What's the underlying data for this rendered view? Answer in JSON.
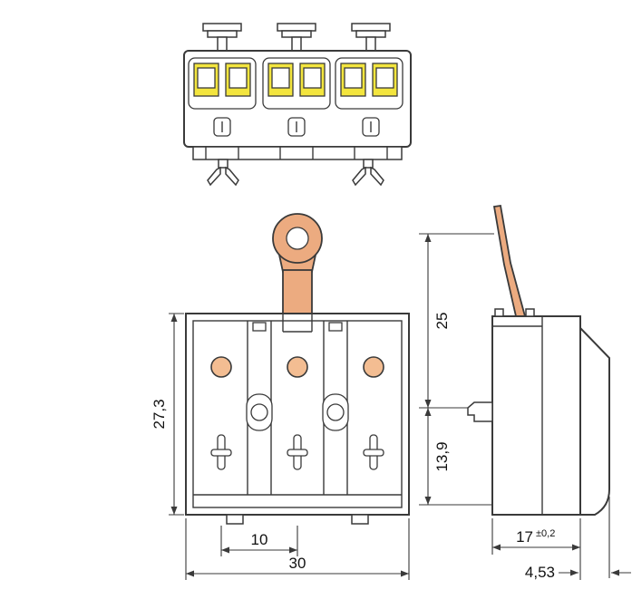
{
  "dimensions": {
    "front_height": "27,3",
    "front_pitch": "10",
    "front_width": "30",
    "side_upper": "25",
    "side_lower": "13,9",
    "side_depth": "17",
    "side_depth_tolerance": "±0,2",
    "side_offset": "4,53"
  },
  "colors": {
    "outline": "#3a3a3a",
    "copper": "#ecab80",
    "port_orange": "#f3bd92",
    "terminal_yellow": "#f3e53e",
    "background": "#ffffff"
  }
}
